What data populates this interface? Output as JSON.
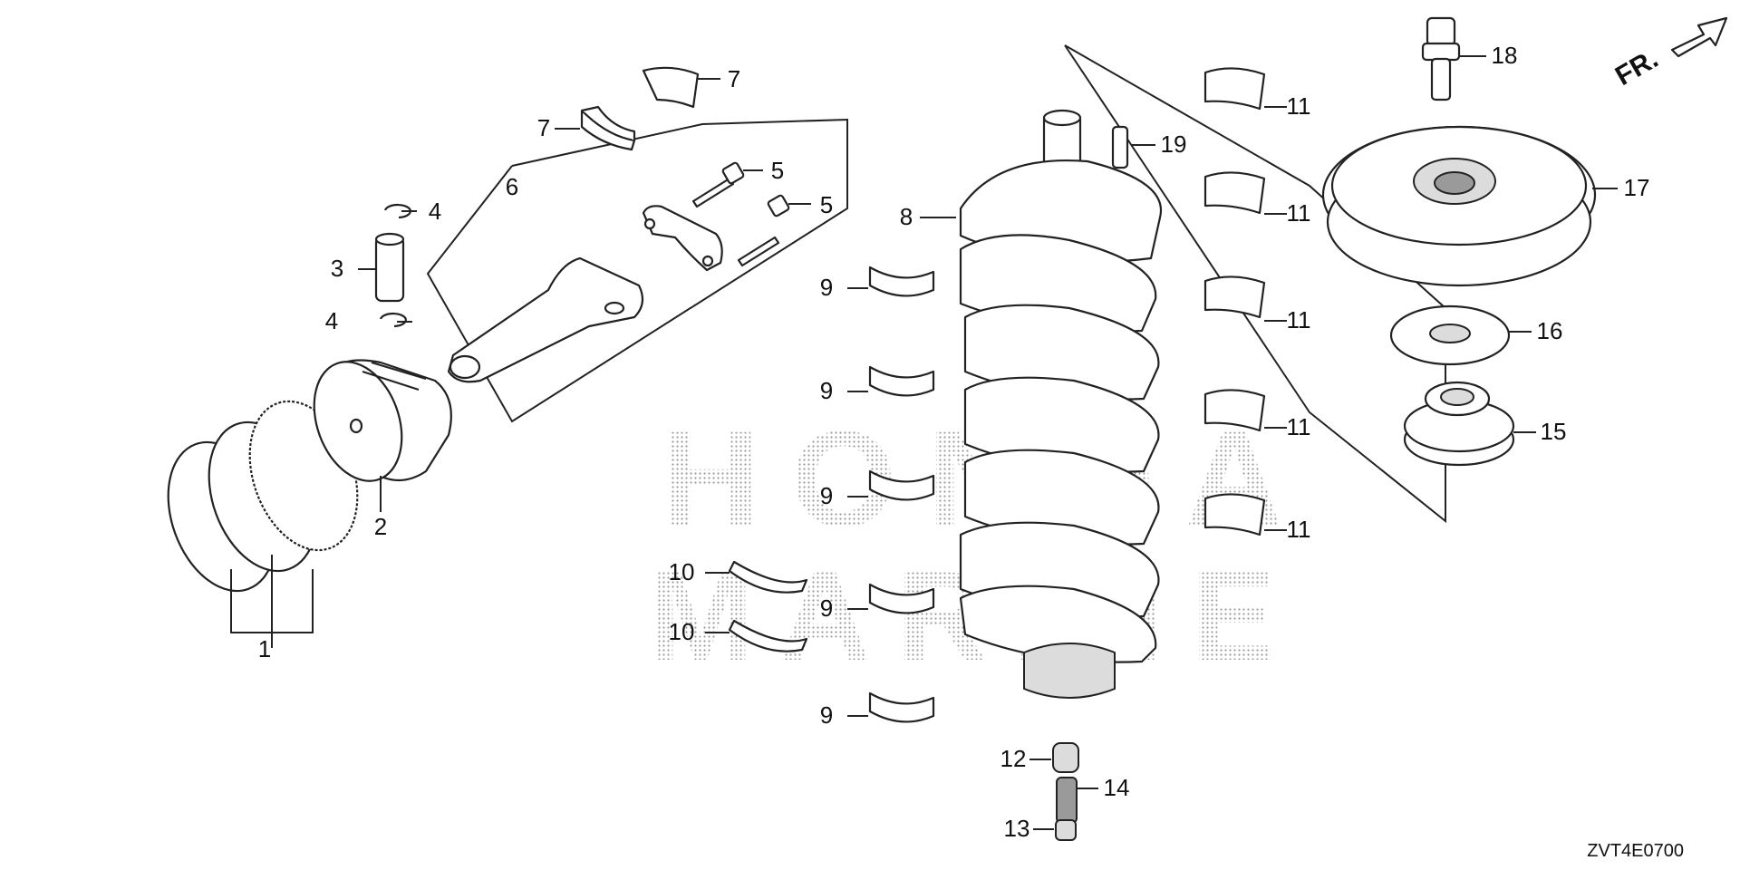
{
  "watermark": {
    "line1": "HONDA",
    "line2": "MARINE"
  },
  "direction": {
    "label": "FR."
  },
  "diagram_code": "ZVT4E0700",
  "callouts": {
    "c1": "1",
    "c2": "2",
    "c3": "3",
    "c4a": "4",
    "c4b": "4",
    "c5a": "5",
    "c5b": "5",
    "c6": "6",
    "c7a": "7",
    "c7b": "7",
    "c8": "8",
    "c9a": "9",
    "c9b": "9",
    "c9c": "9",
    "c9d": "9",
    "c9e": "9",
    "c10a": "10",
    "c10b": "10",
    "c11a": "11",
    "c11b": "11",
    "c11c": "11",
    "c11d": "11",
    "c11e": "11",
    "c12": "12",
    "c13": "13",
    "c14": "14",
    "c15": "15",
    "c16": "16",
    "c17": "17",
    "c18": "18",
    "c19": "19"
  },
  "colors": {
    "line": "#222222",
    "background": "#ffffff",
    "watermark_dots": "#9a9a9a"
  }
}
